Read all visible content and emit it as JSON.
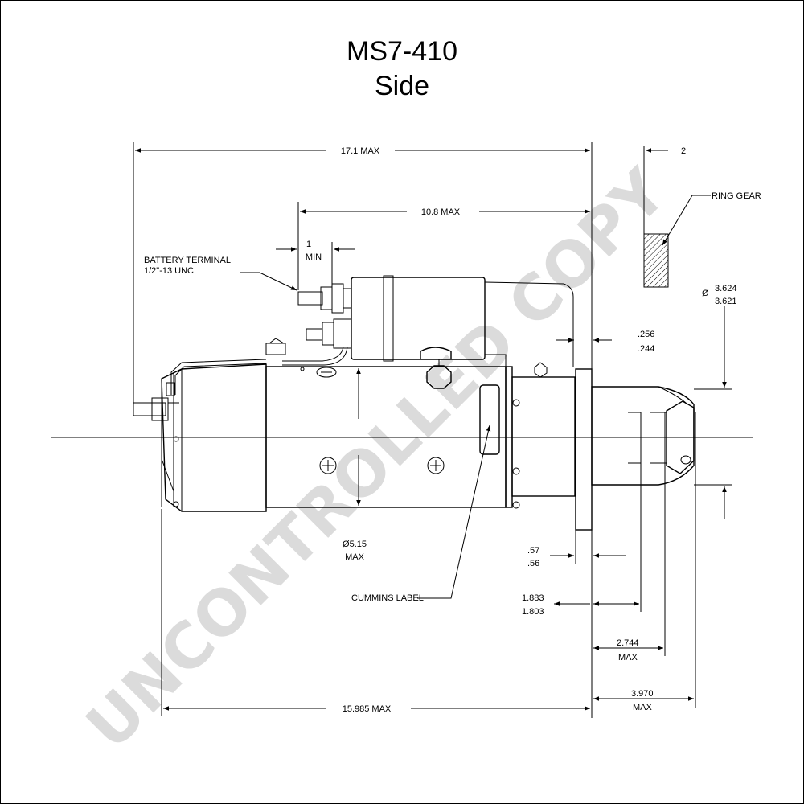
{
  "title": "MS7-410",
  "subtitle": "Side",
  "watermark": "UNCONTROLLED COPY",
  "labels": {
    "overall_length": "17.1 MAX",
    "solenoid_length": "10.8    MAX",
    "min_gap_value": "1",
    "min_gap_unit": "MIN",
    "ring_gear_offset": "2",
    "ring_gear": "RING GEAR",
    "battery_terminal_line1": "BATTERY TERMINAL",
    "battery_terminal_line2": "1/2\"-13 UNC",
    "pilot_diameter_symbol": "Ø",
    "pilot_diameter_max": "3.624",
    "pilot_diameter_min": "3.621",
    "flange_thickness_max": ".256",
    "flange_thickness_min": ".244",
    "body_diameter": "Ø5.15",
    "body_diameter_unit": "MAX",
    "cummins_label": "CUMMINS LABEL",
    "pilot_length_max": ".57",
    "pilot_length_min": ".56",
    "pinion_pos_max": "1.883",
    "pinion_pos_min": "1.803",
    "pinion_extent": "2.744",
    "pinion_extent_unit": "MAX",
    "nose_length": "3.970",
    "nose_length_unit": "MAX",
    "body_length": "15.985 MAX"
  }
}
